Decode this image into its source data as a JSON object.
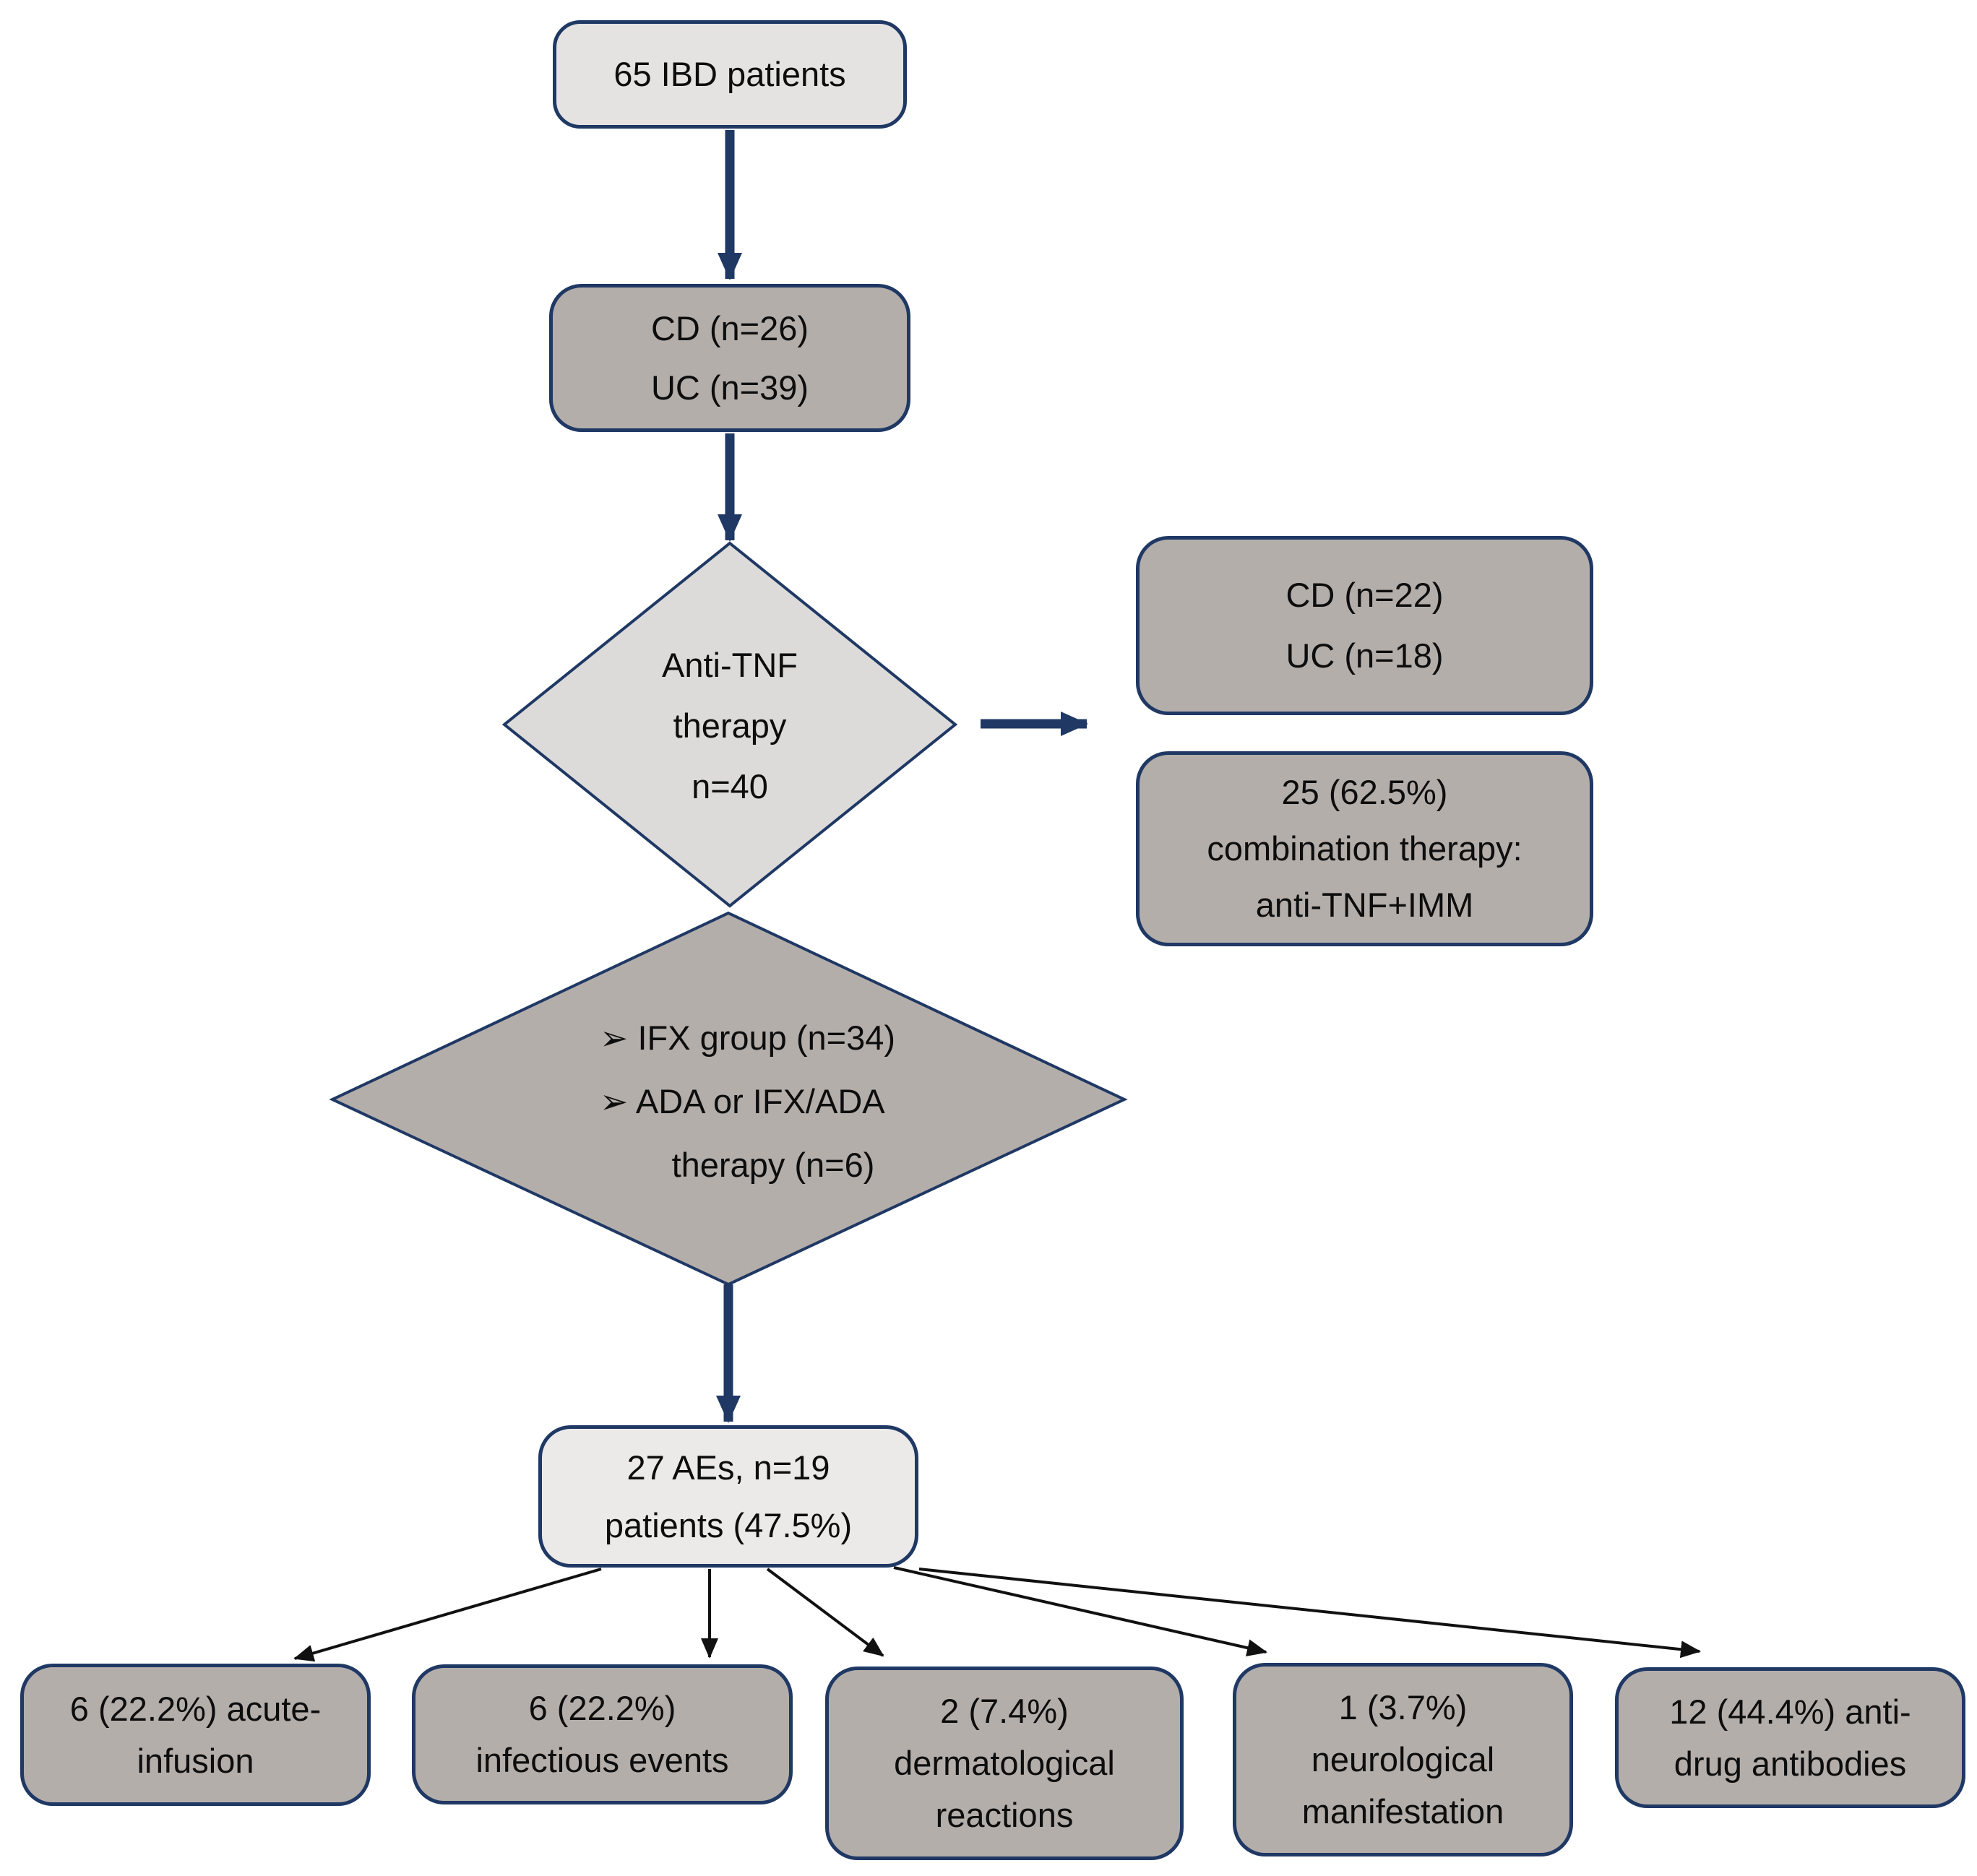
{
  "figure": {
    "type": "flowchart",
    "background": "#ffffff",
    "border_color": "#1f3864",
    "thick_arrow_color": "#1f3864",
    "thin_arrow_color": "#111111",
    "light_fill": "#e4e3e2",
    "lighter_fill": "#ebeae9",
    "gray_fill": "#b4aeab",
    "diamond1_fill": "#dcdbda"
  },
  "nodes": {
    "ibd_total": {
      "lines": [
        "65 IBD patients"
      ]
    },
    "cohort": {
      "lines": [
        "CD (n=26)",
        "UC (n=39)"
      ]
    },
    "anti_tnf_decision": {
      "lines": [
        "Anti-TNF",
        "therapy",
        "n=40"
      ]
    },
    "no_anti_tnf": {
      "lines": [
        "CD (n=22)",
        "UC (n=18)"
      ]
    },
    "combination": {
      "lines": [
        "25 (62.5%)",
        "combination therapy:",
        "anti-TNF+IMM"
      ]
    },
    "ifx_decision": {
      "line1": "➢   IFX group (n=34)",
      "line2": "➢   ADA or IFX/ADA",
      "line3": "therapy (n=6)"
    },
    "adverse_events": {
      "lines": [
        "27 AEs, n=19",
        "patients (47.5%)"
      ]
    },
    "acute_infusion": {
      "lines": [
        "6 (22.2%) acute-",
        "infusion"
      ]
    },
    "infectious": {
      "lines": [
        "6 (22.2%)",
        "infectious events"
      ]
    },
    "dermatological": {
      "lines": [
        "2 (7.4%)",
        "dermatological",
        "reactions"
      ]
    },
    "neurological": {
      "lines": [
        "1 (3.7%)",
        "neurological",
        "manifestation"
      ]
    },
    "antibodies": {
      "lines": [
        "12 (44.4%) anti-",
        "drug antibodies"
      ]
    }
  }
}
